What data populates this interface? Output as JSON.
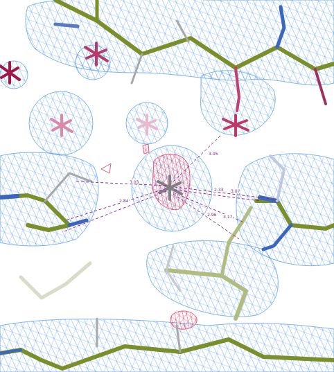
{
  "diagram": {
    "labels": [
      "3.05",
      "3.03",
      "2.84",
      "2.33",
      "3.07",
      "2.96",
      "3.17"
    ]
  }
}
